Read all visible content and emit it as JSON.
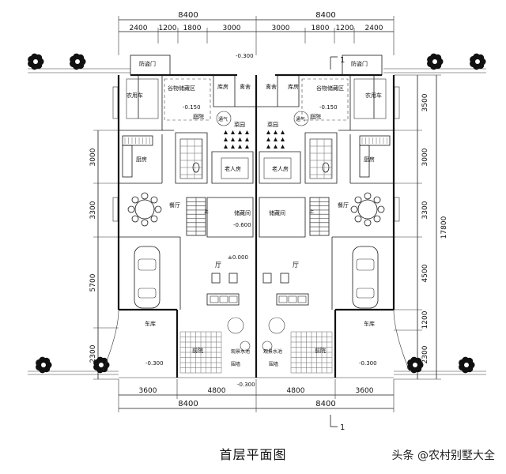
{
  "title": "首层平面图",
  "credit": "头条 @农村别墅大全",
  "dimensions": {
    "top_total": [
      "8400",
      "8400"
    ],
    "top_segments": [
      "2400",
      "1200",
      "1800",
      "3000",
      "3000",
      "1800",
      "1200",
      "2400"
    ],
    "bottom_total": [
      "8400",
      "8400"
    ],
    "bottom_segments": [
      "3600",
      "4800",
      "4800",
      "3600"
    ],
    "left": [
      "3000",
      "3300",
      "5700",
      "2300"
    ],
    "right": [
      "3500",
      "3000",
      "3300",
      "4500",
      "1200",
      "2300"
    ],
    "right_total": "17800"
  },
  "levels": {
    "top": "-0.300",
    "storage": "-0.150",
    "stair": "-0.600",
    "hall": "±0.000",
    "bottom_left": "-0.300",
    "bottom_mid": "-0.300",
    "bottom_right": "-0.300"
  },
  "axis_marker": "1",
  "rooms": {
    "gate": "防盗门",
    "farm_vehicle": "农用车",
    "grain_storage": "谷物储藏区",
    "pantry": "库房",
    "poultry": "禽舍",
    "courtyard": "庭院",
    "vent": "通气",
    "vegetable_garden": "菜园",
    "kitchen": "厨房",
    "elder_room": "老人房",
    "dining": "餐厅",
    "storeroom": "储藏间",
    "hall": "厅",
    "garage": "车库",
    "front_court": "前院",
    "water_feature": "观景水池",
    "fence": "围墙",
    "up": "上"
  }
}
